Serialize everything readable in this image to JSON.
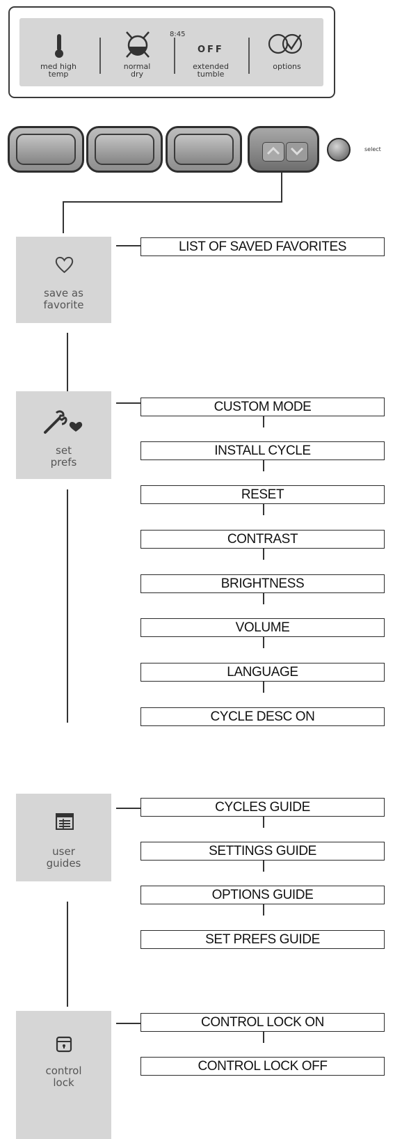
{
  "display": {
    "time": "8:45",
    "off_text": "OFF",
    "columns": [
      {
        "label": "med high\ntemp",
        "icon": "thermometer-icon"
      },
      {
        "label": "normal\ndry",
        "icon": "dryness-icon"
      },
      {
        "label": "extended\ntumble",
        "icon": "off-indicator"
      },
      {
        "label": "options",
        "icon": "options-check-icon"
      }
    ]
  },
  "controls": {
    "select_label": "select"
  },
  "menus": [
    {
      "label": "save as\nfavorite",
      "icon": "heart-icon",
      "options": [
        "LIST OF SAVED FAVORITES"
      ]
    },
    {
      "label": "set\nprefs",
      "icon": "wrench-heart-icon",
      "options": [
        "CUSTOM MODE",
        "INSTALL CYCLE",
        "RESET",
        "CONTRAST",
        "BRIGHTNESS",
        "VOLUME",
        "LANGUAGE",
        "CYCLE DESC ON"
      ]
    },
    {
      "label": "user\nguides",
      "icon": "guide-book-icon",
      "options": [
        "CYCLES GUIDE",
        "SETTINGS GUIDE",
        "OPTIONS GUIDE",
        "SET PREFS GUIDE"
      ]
    },
    {
      "label": "control\nlock",
      "icon": "lock-icon",
      "options": [
        "CONTROL LOCK ON",
        "CONTROL LOCK OFF"
      ]
    }
  ]
}
